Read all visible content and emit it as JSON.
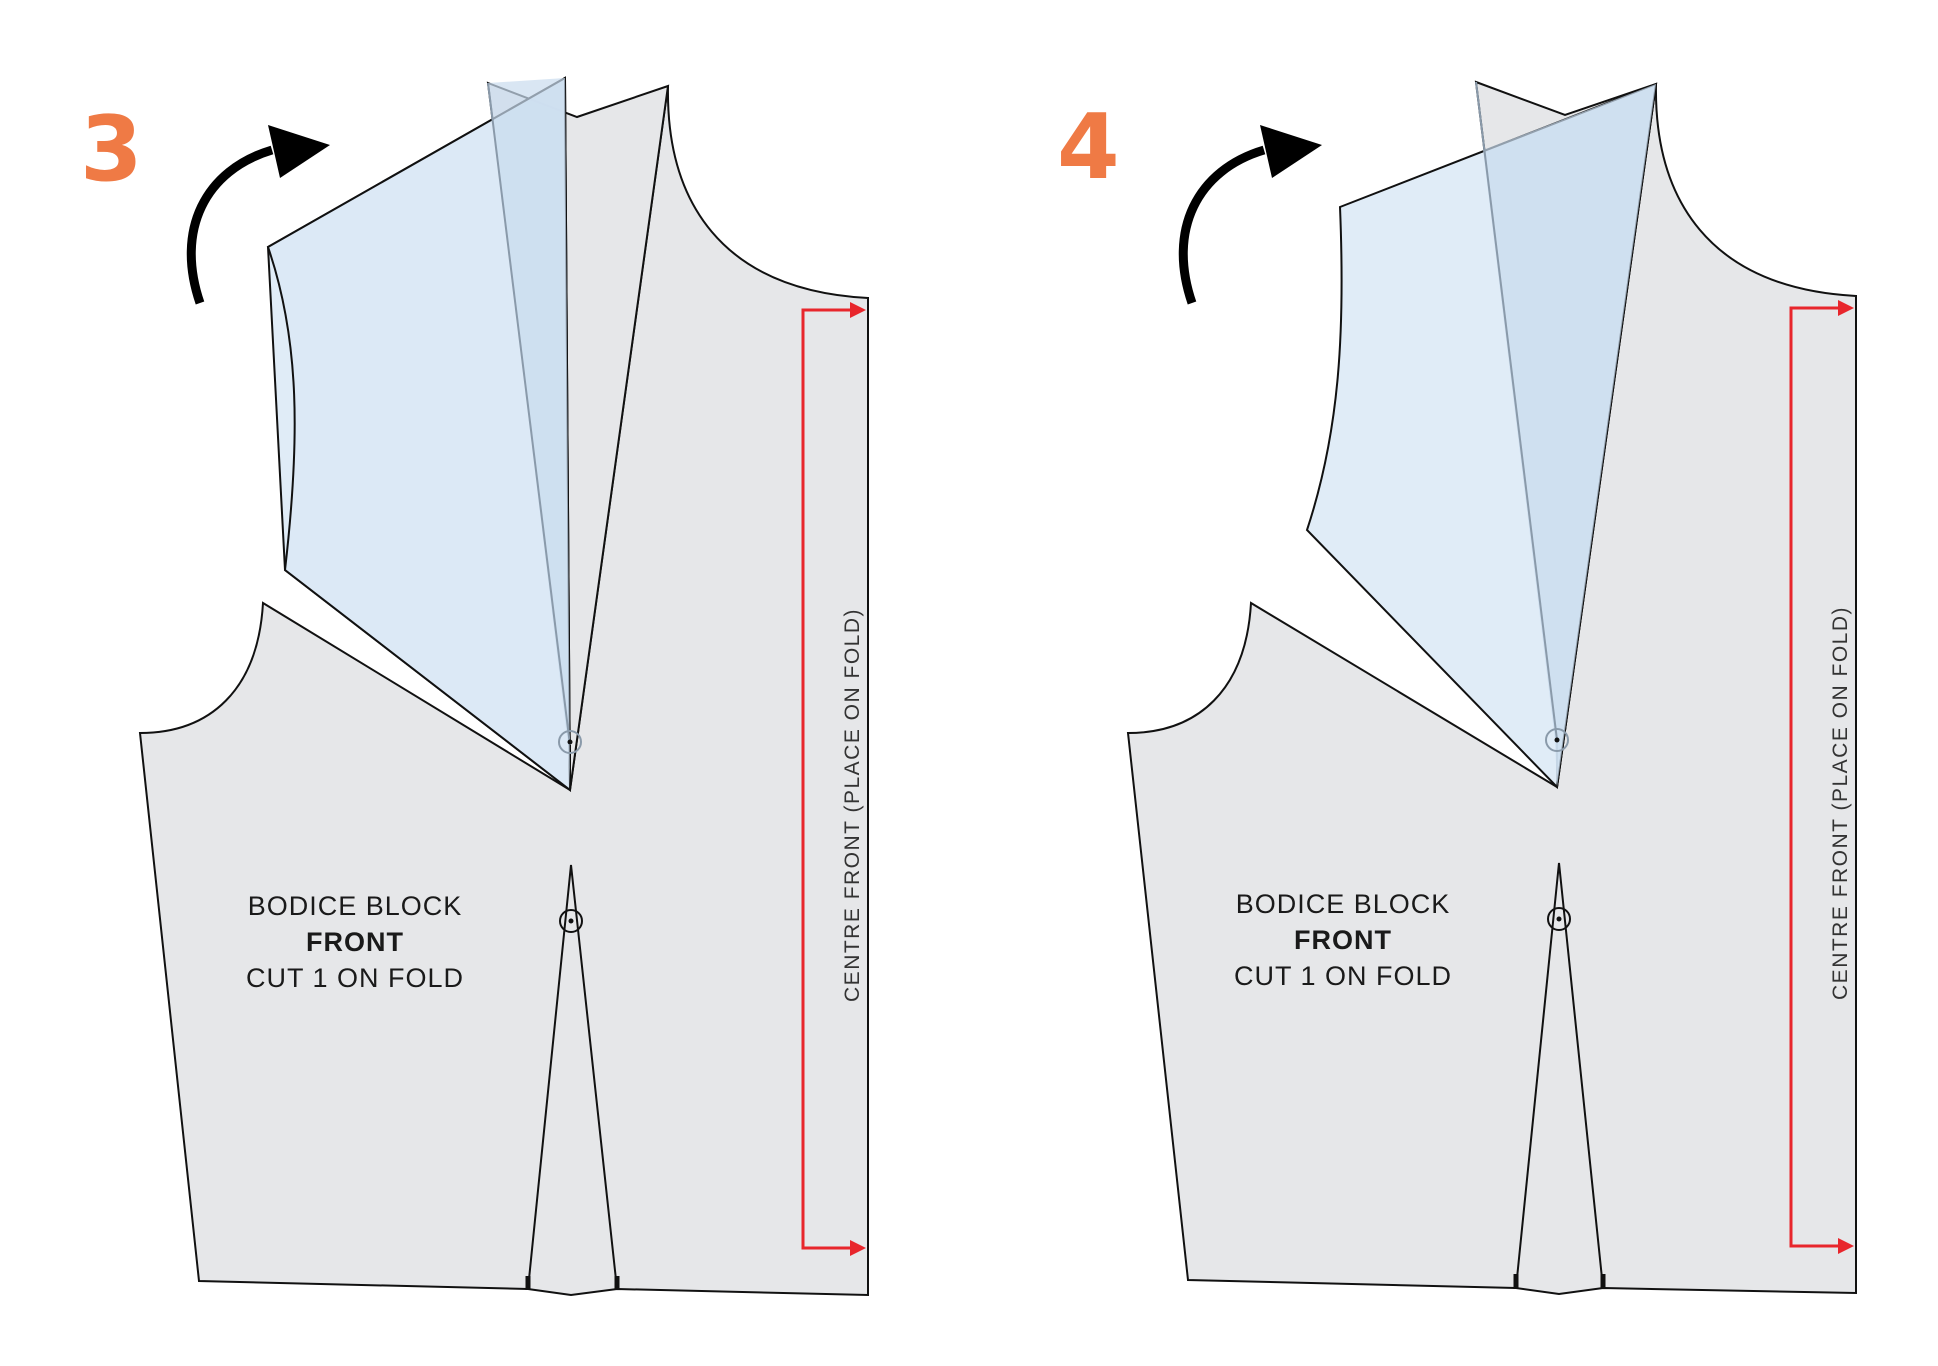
{
  "panels": [
    {
      "step": "3",
      "label_line1": "BODICE BLOCK",
      "label_line2": "FRONT",
      "label_line3": "CUT 1 ON FOLD",
      "fold_label": "CENTRE FRONT (PLACE ON FOLD)"
    },
    {
      "step": "4",
      "label_line1": "BODICE BLOCK",
      "label_line2": "FRONT",
      "label_line3": "CUT 1 ON FOLD",
      "fold_label": "CENTRE FRONT (PLACE ON FOLD)"
    }
  ],
  "colors": {
    "step_number": "#ef7a45",
    "block_fill": "#e6e7e9",
    "rotated_piece": "#dbe9f6",
    "fold_arrow": "#e8262c",
    "rotation_arrow": "#000000"
  },
  "icons": [
    "curved-rotation-arrow-icon",
    "pivot-point-icon",
    "fold-line-arrow-icon"
  ]
}
